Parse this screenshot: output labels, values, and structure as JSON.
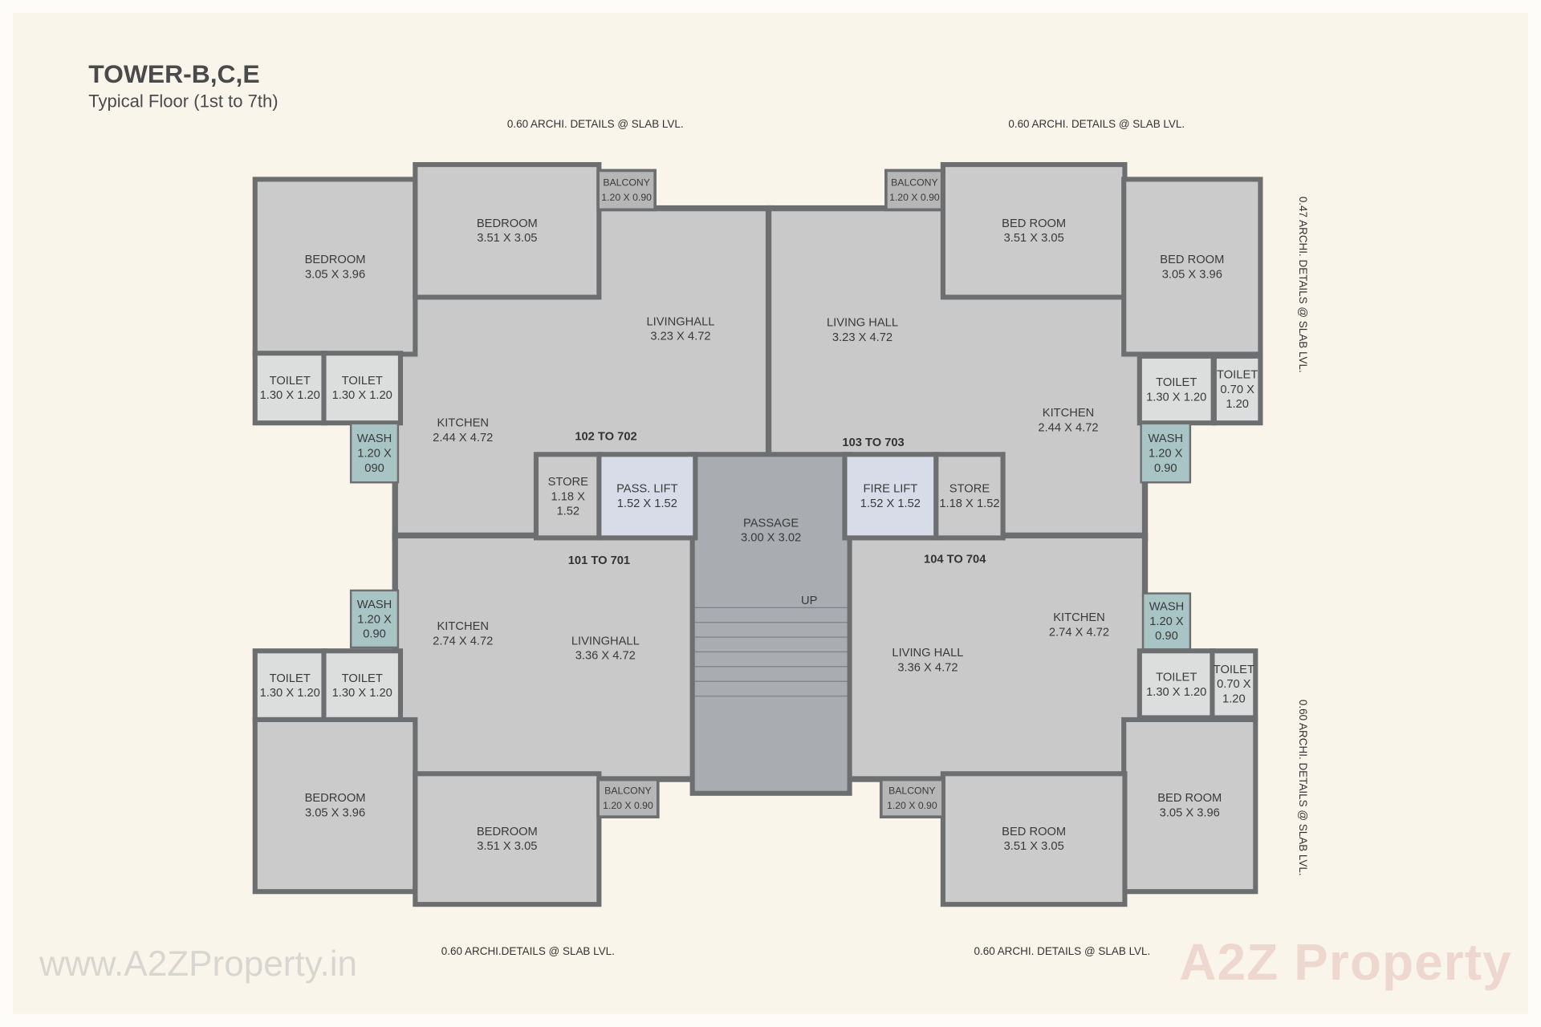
{
  "header": {
    "title": "TOWER-B,C,E",
    "subtitle": "Typical Floor (1st to 7th)"
  },
  "units": [
    "102 TO 702",
    "103 TO 703",
    "101 TO 701",
    "104 TO 704"
  ],
  "passage": {
    "name": "PASSAGE",
    "size": "3.00 X 3.02",
    "stair_label": "UP"
  },
  "rooms": [
    {
      "name": "BEDROOM",
      "size": "3.05 X 3.96"
    },
    {
      "name": "BEDROOM",
      "size": "3.51 X 3.05"
    },
    {
      "name": "BALCONY",
      "size": "1.20 X 0.90"
    },
    {
      "name": "LIVINGHALL",
      "size": "3.23 X 4.72"
    },
    {
      "name": "KITCHEN",
      "size": "2.44 X 4.72"
    },
    {
      "name": "TOILET",
      "size": "1.30 X 1.20"
    },
    {
      "name": "TOILET",
      "size": "1.30 X 1.20"
    },
    {
      "name": "WASH",
      "size": "1.20 X 090"
    },
    {
      "name": "STORE",
      "size": "1.18 X 1.52"
    },
    {
      "name": "PASS. LIFT",
      "size": "1.52 X 1.52"
    },
    {
      "name": "LIVING HALL",
      "size": "3.23 X 4.72"
    },
    {
      "name": "BALCONY",
      "size": "1.20 X 0.90"
    },
    {
      "name": "BED ROOM",
      "size": "3.51 X 3.05"
    },
    {
      "name": "BED ROOM",
      "size": "3.05 X 3.96"
    },
    {
      "name": "TOILET",
      "size": "1.30 X 1.20"
    },
    {
      "name": "TOILET",
      "size": "0.70 X 1.20"
    },
    {
      "name": "WASH",
      "size": "1.20 X 0.90"
    },
    {
      "name": "KITCHEN",
      "size": "2.44 X 4.72"
    },
    {
      "name": "FIRE LIFT",
      "size": "1.52 X 1.52"
    },
    {
      "name": "STORE",
      "size": "1.18 X 1.52"
    },
    {
      "name": "KITCHEN",
      "size": "2.74 X 4.72"
    },
    {
      "name": "LIVINGHALL",
      "size": "3.36 X 4.72"
    },
    {
      "name": "WASH",
      "size": "1.20 X 0.90"
    },
    {
      "name": "TOILET",
      "size": "1.30 X 1.20"
    },
    {
      "name": "TOILET",
      "size": "1.30 X 1.20"
    },
    {
      "name": "BEDROOM",
      "size": "3.05 X 3.96"
    },
    {
      "name": "BEDROOM",
      "size": "3.51 X 3.05"
    },
    {
      "name": "BALCONY",
      "size": "1.20 X 0.90"
    },
    {
      "name": "LIVING HALL",
      "size": "3.36 X 4.72"
    },
    {
      "name": "KITCHEN",
      "size": "2.74 X 4.72"
    },
    {
      "name": "WASH",
      "size": "1.20 X 0.90"
    },
    {
      "name": "TOILET",
      "size": "1.30 X 1.20"
    },
    {
      "name": "TOILET",
      "size": "0.70 X 1.20"
    },
    {
      "name": "BED ROOM",
      "size": "3.05 X 3.96"
    },
    {
      "name": "BED ROOM",
      "size": "3.51 X 3.05"
    },
    {
      "name": "BALCONY",
      "size": "1.20 X 0.90"
    }
  ],
  "notes": {
    "top_left": "0.60 ARCHI. DETAILS @ SLAB LVL.",
    "top_right": "0.60 ARCHI. DETAILS @ SLAB LVL.",
    "bottom_left": "0.60 ARCHI.DETAILS @ SLAB LVL.",
    "bottom_right": "0.60 ARCHI. DETAILS @ SLAB LVL.",
    "right_top": "0.47 ARCHI. DETAILS @ SLAB LVL.",
    "right_bottom": "0.60 ARCHI. DETAILS @ SLAB LVL."
  },
  "watermark": {
    "logo": "A2Z Property",
    "url": "www.A2ZProperty.in"
  },
  "colors": {
    "wall": "#6d6e70",
    "floor": "#c9c9c9",
    "wash": "#a9c4c4",
    "lift": "#d8dbe8",
    "passage": "#a9acb0",
    "background": "#f9f5ea"
  }
}
